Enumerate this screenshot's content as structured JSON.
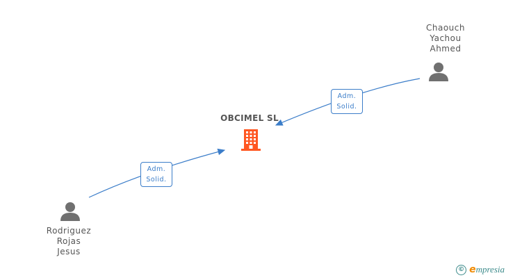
{
  "company": {
    "name": "OBCIMEL SL",
    "color": "#ff5722",
    "icon": "building-icon"
  },
  "persons": [
    {
      "id": "chaouch",
      "name_lines": [
        "Chaouch",
        "Yachou",
        "Ahmed"
      ],
      "icon": "person-icon"
    },
    {
      "id": "rodriguez",
      "name_lines": [
        "Rodriguez",
        "Rojas",
        "Jesus"
      ],
      "icon": "person-icon"
    }
  ],
  "edges": [
    {
      "from": "chaouch",
      "to": "company",
      "label_lines": [
        "Adm.",
        "Solid."
      ]
    },
    {
      "from": "rodriguez",
      "to": "company",
      "label_lines": [
        "Adm.",
        "Solid."
      ]
    }
  ],
  "colors": {
    "edge": "#3b7dc9",
    "person": "#707070",
    "text": "#555555"
  },
  "brand": {
    "copyright": "©",
    "initial": "e",
    "rest": "mpresia"
  }
}
